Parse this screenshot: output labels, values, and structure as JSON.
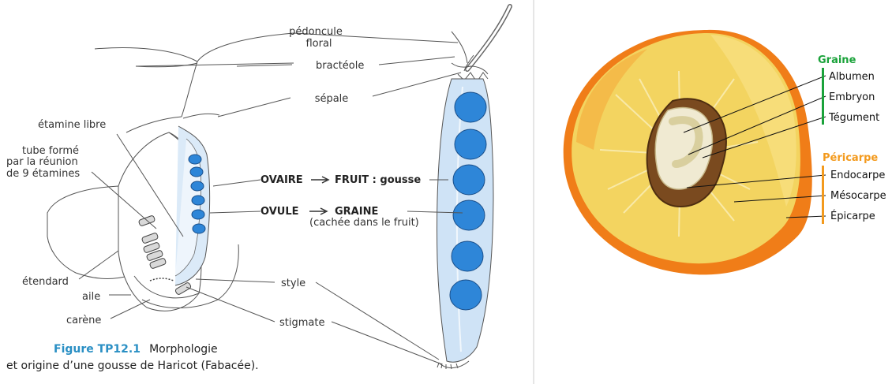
{
  "left_figure": {
    "labels": {
      "pedoncule_1": "pédoncule",
      "pedoncule_2": "floral",
      "bracteole": "bractéole",
      "sepale": "sépale",
      "etamine_libre": "étamine libre",
      "tube_1": "tube formé",
      "tube_2": "par la réunion",
      "tube_3": "de 9 étamines",
      "ovaire": "OVAIRE",
      "fruit": "FRUIT : gousse",
      "ovule": "OVULE",
      "graine": "GRAINE",
      "cachee": "(cachée dans le fruit)",
      "etendard": "étendard",
      "aile": "aile",
      "carene": "carène",
      "style": "style",
      "stigmate": "stigmate"
    },
    "caption": {
      "title": "Figure TP12.1",
      "line1": "Morphologie",
      "line2": "et origine d’une gousse de Haricot (Fabacée)."
    },
    "colors": {
      "seed_blue": "#2e86d8",
      "pod_fill": "#cfe3f6",
      "caption_blue": "#2a8fc4"
    }
  },
  "right_figure": {
    "graine": {
      "heading": "Graine",
      "color": "#1aa23a",
      "items": [
        "Albumen",
        "Embryon",
        "Tégument"
      ]
    },
    "pericarpe": {
      "heading": "Péricarpe",
      "color": "#f39a1d",
      "items": [
        "Endocarpe",
        "Mésocarpe",
        "Épicarpe"
      ]
    },
    "colors": {
      "flesh": "#f3d460",
      "skin": "#f07d18",
      "stone": "#7a4a1f"
    }
  }
}
